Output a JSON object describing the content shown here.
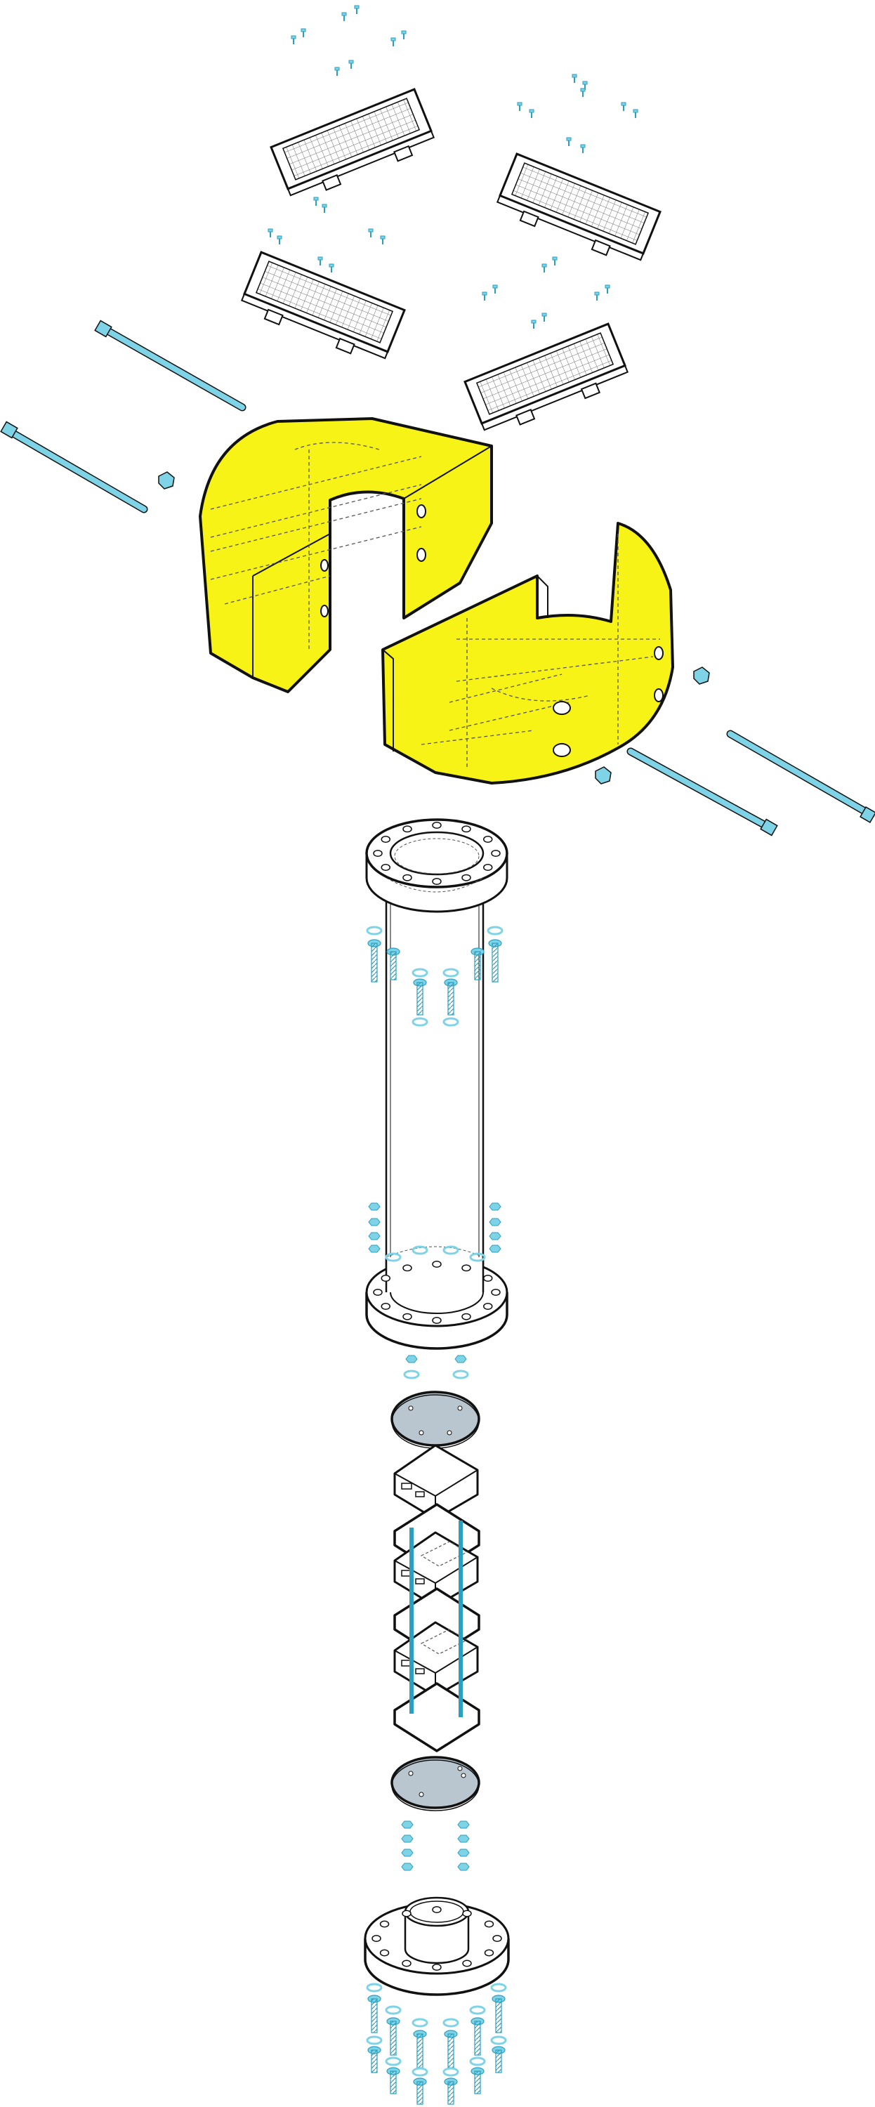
{
  "diagram": {
    "kind": "exploded-isometric-assembly",
    "colors": {
      "outline": "#111111",
      "foam_block": "#f7f316",
      "fastener": "#7ed3e6",
      "fastener_dark": "#2a9fc0",
      "plate": "#b9c6cf",
      "panel_grid": "#6f6f6f",
      "hidden_line": "#555555"
    },
    "components": [
      {
        "id": "solar-panel",
        "count": 4,
        "icon": "solar-panel-icon"
      },
      {
        "id": "panel-screw",
        "count": 32,
        "icon": "screw-icon"
      },
      {
        "id": "threaded-rod",
        "count": 4,
        "icon": "threaded-rod-icon"
      },
      {
        "id": "hex-nut",
        "count": 4,
        "icon": "hex-nut-icon"
      },
      {
        "id": "float-half",
        "count": 2,
        "icon": "float-block-icon"
      },
      {
        "id": "flanged-tube",
        "count": 1,
        "icon": "tube-icon"
      },
      {
        "id": "flange-bolt",
        "count": 20,
        "icon": "bolt-icon"
      },
      {
        "id": "end-plate",
        "count": 2,
        "icon": "plate-icon"
      },
      {
        "id": "electronics-module",
        "count": 3,
        "icon": "module-icon"
      },
      {
        "id": "tie-rod",
        "count": 2,
        "icon": "rod-icon"
      },
      {
        "id": "base-flange",
        "count": 1,
        "icon": "flange-icon"
      }
    ]
  }
}
